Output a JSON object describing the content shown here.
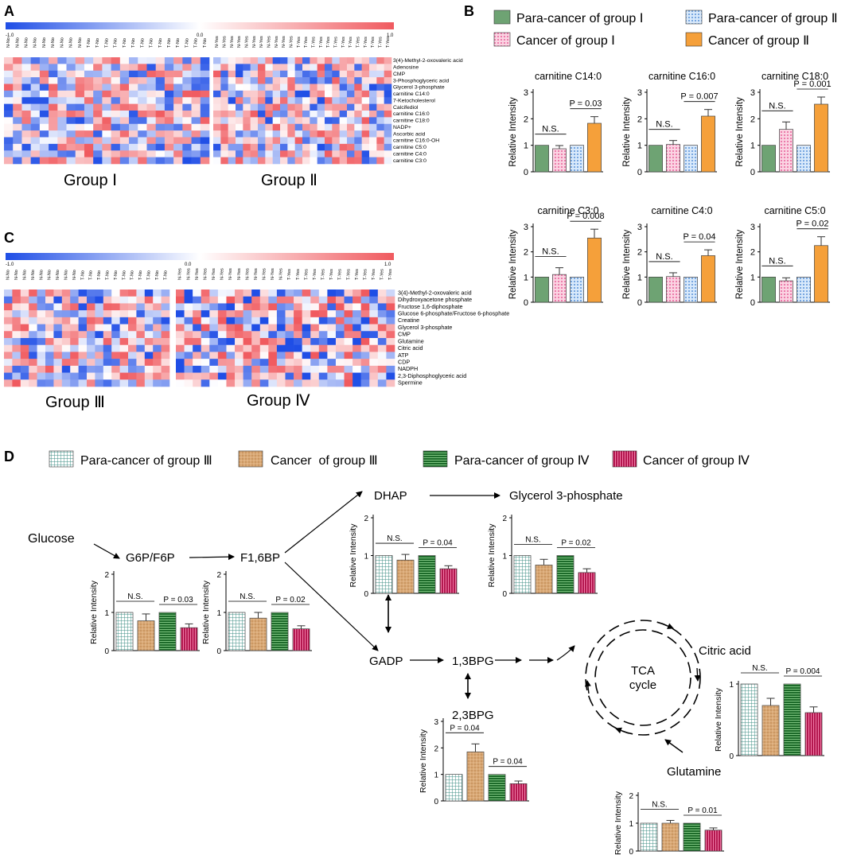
{
  "panel_labels": [
    "A",
    "B",
    "C",
    "D"
  ],
  "scale_a": {
    "min": "-1.0",
    "mid": "0.0",
    "max": "1.0"
  },
  "scale_c": {
    "min": "-1.0",
    "mid": "0.0",
    "max": "1.0"
  },
  "heatmap_a": {
    "columns_left": [
      "N-No",
      "N-No",
      "N-No",
      "N-No",
      "N-No",
      "N-No",
      "N-No",
      "N-No",
      "N-No",
      "T-No",
      "T-No",
      "T-No",
      "T-No",
      "T-No",
      "T-No",
      "T-No",
      "T-No",
      "T-No",
      "T-No",
      "T-No",
      "T-No",
      "T-No",
      "T-No"
    ],
    "columns_right": [
      "N-Yes",
      "N-Yes",
      "N-Yes",
      "N-Yes",
      "N-Yes",
      "N-Yes",
      "N-Yes",
      "N-Yes",
      "N-Yes",
      "N-Yes",
      "N-Yes",
      "T-Yes",
      "T-Yes",
      "T-Yes",
      "T-Yes",
      "T-Yes",
      "T-Yes",
      "T-Yes",
      "T-Yes",
      "T-Yes",
      "T-Yes",
      "T-Yes",
      "T-Yes",
      "T-Yes"
    ],
    "rows": [
      "3(4)-Methyl-2-oxovaleric acid",
      "Adenosine",
      "CMP",
      "3-Phosphoglyceric acid",
      "Glycerol 3-phosphate",
      "carnitine C14:0",
      "7-Ketocholesterol",
      "Calcifediol",
      "carnitine C16:0",
      "carnitine C18:0",
      "NADP+",
      "Ascorbic acid",
      "carnitine C16:0-OH",
      "carnitine C5:0",
      "carnitine C4:0",
      "carnitine C3:0"
    ],
    "group_left": "Group Ⅰ",
    "group_right": "Group Ⅱ"
  },
  "heatmap_c": {
    "columns_left": [
      "N-No",
      "N-No",
      "N-No",
      "N-No",
      "N-No",
      "N-No",
      "N-No",
      "N-No",
      "N-No",
      "T-No",
      "T-No",
      "T-No",
      "T-No",
      "T-No",
      "T-No",
      "T-No",
      "T-No",
      "T-No",
      "T-No",
      "T-No"
    ],
    "columns_right": [
      "N-Yes",
      "N-Yes",
      "N-Yes",
      "N-Yes",
      "N-Yes",
      "N-Yes",
      "N-Yes",
      "N-Yes",
      "N-Yes",
      "N-Yes",
      "N-Yes",
      "N-Yes",
      "N-Yes",
      "T-Yes",
      "T-Yes",
      "T-Yes",
      "T-Yes",
      "T-Yes",
      "T-Yes",
      "T-Yes",
      "T-Yes",
      "T-Yes",
      "T-Yes",
      "T-Yes",
      "T-Yes",
      "T-Yes"
    ],
    "rows": [
      "3(4)-Methyl-2-oxovaleric acid",
      "Dihydroxyacetone phosphate",
      "Fructose 1,6-diphosphate",
      "Glucose 6-phosphate/Fructose 6-phosphate",
      "Creatine",
      "Glycerol 3-phosphate",
      "CMP",
      "Glutamine",
      "Citric acid",
      "ATP",
      "CDP",
      "NADPH",
      "2,3-Diphosphoglyceric acid",
      "Spermine"
    ],
    "group_left": "Group Ⅲ",
    "group_right": "Group Ⅳ"
  },
  "legend_b": [
    {
      "label": "Para-cancer of group Ⅰ",
      "color": "#6ea373",
      "pattern": "solid"
    },
    {
      "label": "Para-cancer of group Ⅱ",
      "color": "#7fb2e5",
      "pattern": "dots-blue"
    },
    {
      "label": "Cancer of group Ⅰ",
      "color": "#f48fb1",
      "pattern": "dots-pink"
    },
    {
      "label": "Cancer of group Ⅱ",
      "color": "#f5a03a",
      "pattern": "solid"
    }
  ],
  "legend_d": [
    {
      "label": "Para-cancer of group Ⅲ",
      "pattern": "grid"
    },
    {
      "label": "Cancer  of group Ⅲ",
      "pattern": "tan"
    },
    {
      "label": "Para-cancer of group Ⅳ",
      "pattern": "hstripe"
    },
    {
      "label": "Cancer of group Ⅳ",
      "pattern": "vstripe"
    }
  ],
  "ylabel": "Relative  Intensity",
  "ns_label": "N.S.",
  "pathway_labels": {
    "glucose": "Glucose",
    "g6p": "G6P/F6P",
    "f16bp": "F1,6BP",
    "dhap": "DHAP",
    "g3p": "Glycerol 3-phosphate",
    "gadp": "GADP",
    "bpg13": "1,3BPG",
    "bpg23": "2,3BPG",
    "tca1": "TCA",
    "tca2": "cycle",
    "citric": "Citric acid",
    "glutamine": "Glutamine"
  },
  "chart_data": [
    {
      "type": "bar",
      "title": "carnitine C14:0",
      "ylabel": "Relative  Intensity",
      "ylim": [
        0,
        3
      ],
      "yticks": [
        "0",
        "1",
        "2",
        "3"
      ],
      "values": [
        1.0,
        0.87,
        1.0,
        1.83
      ],
      "errors": [
        0,
        0.12,
        0,
        0.25
      ],
      "sig_left": "N.S.",
      "sig_right": "P = 0.03"
    },
    {
      "type": "bar",
      "title": "carnitine C16:0",
      "ylabel": "Relative  Intensity",
      "ylim": [
        0,
        3
      ],
      "yticks": [
        "0",
        "1",
        "2",
        "3"
      ],
      "values": [
        1.0,
        1.03,
        1.0,
        2.1
      ],
      "errors": [
        0,
        0.15,
        0,
        0.25
      ],
      "sig_left": "N.S.",
      "sig_right": "P = 0.007"
    },
    {
      "type": "bar",
      "title": "carnitine C18:0",
      "ylabel": "Relative  Intensity",
      "ylim": [
        0,
        3
      ],
      "yticks": [
        "0",
        "1",
        "2",
        "3"
      ],
      "values": [
        1.0,
        1.6,
        1.0,
        2.55
      ],
      "errors": [
        0,
        0.28,
        0,
        0.27
      ],
      "sig_left": "N.S.",
      "sig_right": "P = 0.001"
    },
    {
      "type": "bar",
      "title": "carnitine C3:0",
      "ylabel": "Relative  Intensity",
      "ylim": [
        0,
        3
      ],
      "yticks": [
        "0",
        "1",
        "2",
        "3"
      ],
      "values": [
        1.0,
        1.1,
        1.0,
        2.55
      ],
      "errors": [
        0,
        0.27,
        0,
        0.35
      ],
      "sig_left": "N.S.",
      "sig_right": "P = 0.008"
    },
    {
      "type": "bar",
      "title": "carnitine C4:0",
      "ylabel": "Relative  Intensity",
      "ylim": [
        0,
        3
      ],
      "yticks": [
        "0",
        "1",
        "2",
        "3"
      ],
      "values": [
        1.0,
        1.02,
        1.0,
        1.85
      ],
      "errors": [
        0,
        0.15,
        0,
        0.23
      ],
      "sig_left": "N.S.",
      "sig_right": "P = 0.04"
    },
    {
      "type": "bar",
      "title": "carnitine C5:0",
      "ylabel": "Relative  Intensity",
      "ylim": [
        0,
        3
      ],
      "yticks": [
        "0",
        "1",
        "2",
        "3"
      ],
      "values": [
        1.0,
        0.85,
        1.0,
        2.25
      ],
      "errors": [
        0,
        0.12,
        0,
        0.35
      ],
      "sig_left": "N.S.",
      "sig_right": "P = 0.02"
    },
    {
      "type": "bar",
      "title": "G6P/F6P",
      "ylabel": "Relative  Intensity",
      "ylim": [
        0,
        2
      ],
      "yticks": [
        "0",
        "1",
        "2"
      ],
      "values": [
        1.0,
        0.78,
        1.0,
        0.6
      ],
      "errors": [
        0,
        0.18,
        0,
        0.1
      ],
      "sig_left": "N.S.",
      "sig_right": "P = 0.03"
    },
    {
      "type": "bar",
      "title": "F1,6BP",
      "ylabel": "Relative  Intensity",
      "ylim": [
        0,
        2
      ],
      "yticks": [
        "0",
        "1",
        "2"
      ],
      "values": [
        1.0,
        0.85,
        1.0,
        0.57
      ],
      "errors": [
        0,
        0.15,
        0,
        0.08
      ],
      "sig_left": "N.S.",
      "sig_right": "P = 0.02"
    },
    {
      "type": "bar",
      "title": "DHAP",
      "ylabel": "Relative  Intensity",
      "ylim": [
        0,
        2
      ],
      "yticks": [
        "0",
        "1",
        "2"
      ],
      "values": [
        1.0,
        0.88,
        1.0,
        0.65
      ],
      "errors": [
        0,
        0.15,
        0,
        0.08
      ],
      "sig_left": "N.S.",
      "sig_right": "P = 0.04"
    },
    {
      "type": "bar",
      "title": "Glycerol 3-phosphate",
      "ylabel": "Relative  Intensity",
      "ylim": [
        0,
        2
      ],
      "yticks": [
        "0",
        "1",
        "2"
      ],
      "values": [
        1.0,
        0.75,
        1.0,
        0.55
      ],
      "errors": [
        0,
        0.15,
        0,
        0.1
      ],
      "sig_left": "N.S.",
      "sig_right": "P = 0.02"
    },
    {
      "type": "bar",
      "title": "2,3BPG",
      "ylabel": "Relative  Intensity",
      "ylim": [
        0,
        3
      ],
      "yticks": [
        "0",
        "1",
        "2",
        "3"
      ],
      "values": [
        1.0,
        1.85,
        1.0,
        0.65
      ],
      "errors": [
        0,
        0.3,
        0,
        0.1
      ],
      "sig_left": "P = 0.04",
      "sig_right": "P = 0.04",
      "sig_left_span": "1-2",
      "sig_right_span": "3-4"
    },
    {
      "type": "bar",
      "title": "Citric acid",
      "ylabel": "Relative  Intensity",
      "ylim": [
        0,
        1
      ],
      "yticks": [
        "0",
        "1"
      ],
      "values": [
        1.0,
        0.7,
        1.0,
        0.6
      ],
      "errors": [
        0,
        0.1,
        0,
        0.08
      ],
      "sig_left": "N.S.",
      "sig_right": "P = 0.004"
    },
    {
      "type": "bar",
      "title": "Glutamine",
      "ylabel": "Relative  Intensity",
      "ylim": [
        0,
        2
      ],
      "yticks": [
        "0",
        "1",
        "2"
      ],
      "values": [
        1.0,
        1.0,
        1.0,
        0.75
      ],
      "errors": [
        0,
        0.1,
        0,
        0.08
      ],
      "sig_left": "N.S.",
      "sig_right": "P = 0.01"
    }
  ]
}
